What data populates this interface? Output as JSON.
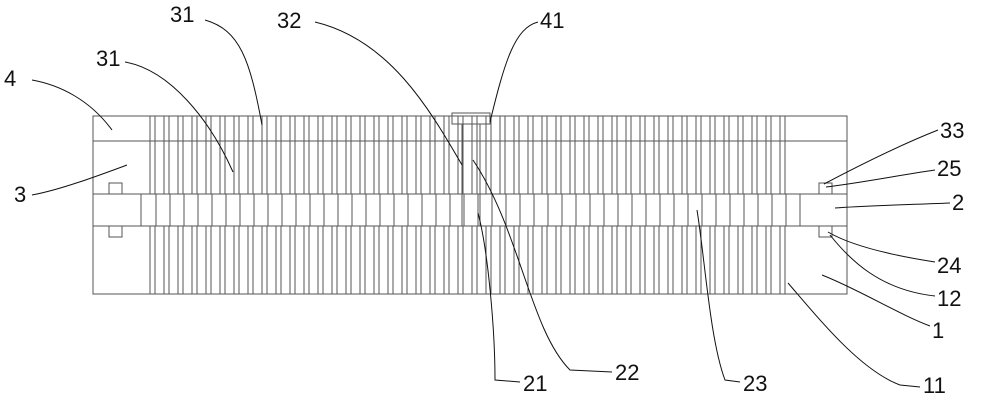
{
  "labels": {
    "l31a": "31",
    "l32": "32",
    "l41": "41",
    "l31b": "31",
    "l4": "4",
    "l3": "3",
    "l33": "33",
    "l25": "25",
    "l2": "2",
    "l24": "24",
    "l12": "12",
    "l1": "1",
    "l21": "21",
    "l22": "22",
    "l23": "23",
    "l11": "11"
  }
}
